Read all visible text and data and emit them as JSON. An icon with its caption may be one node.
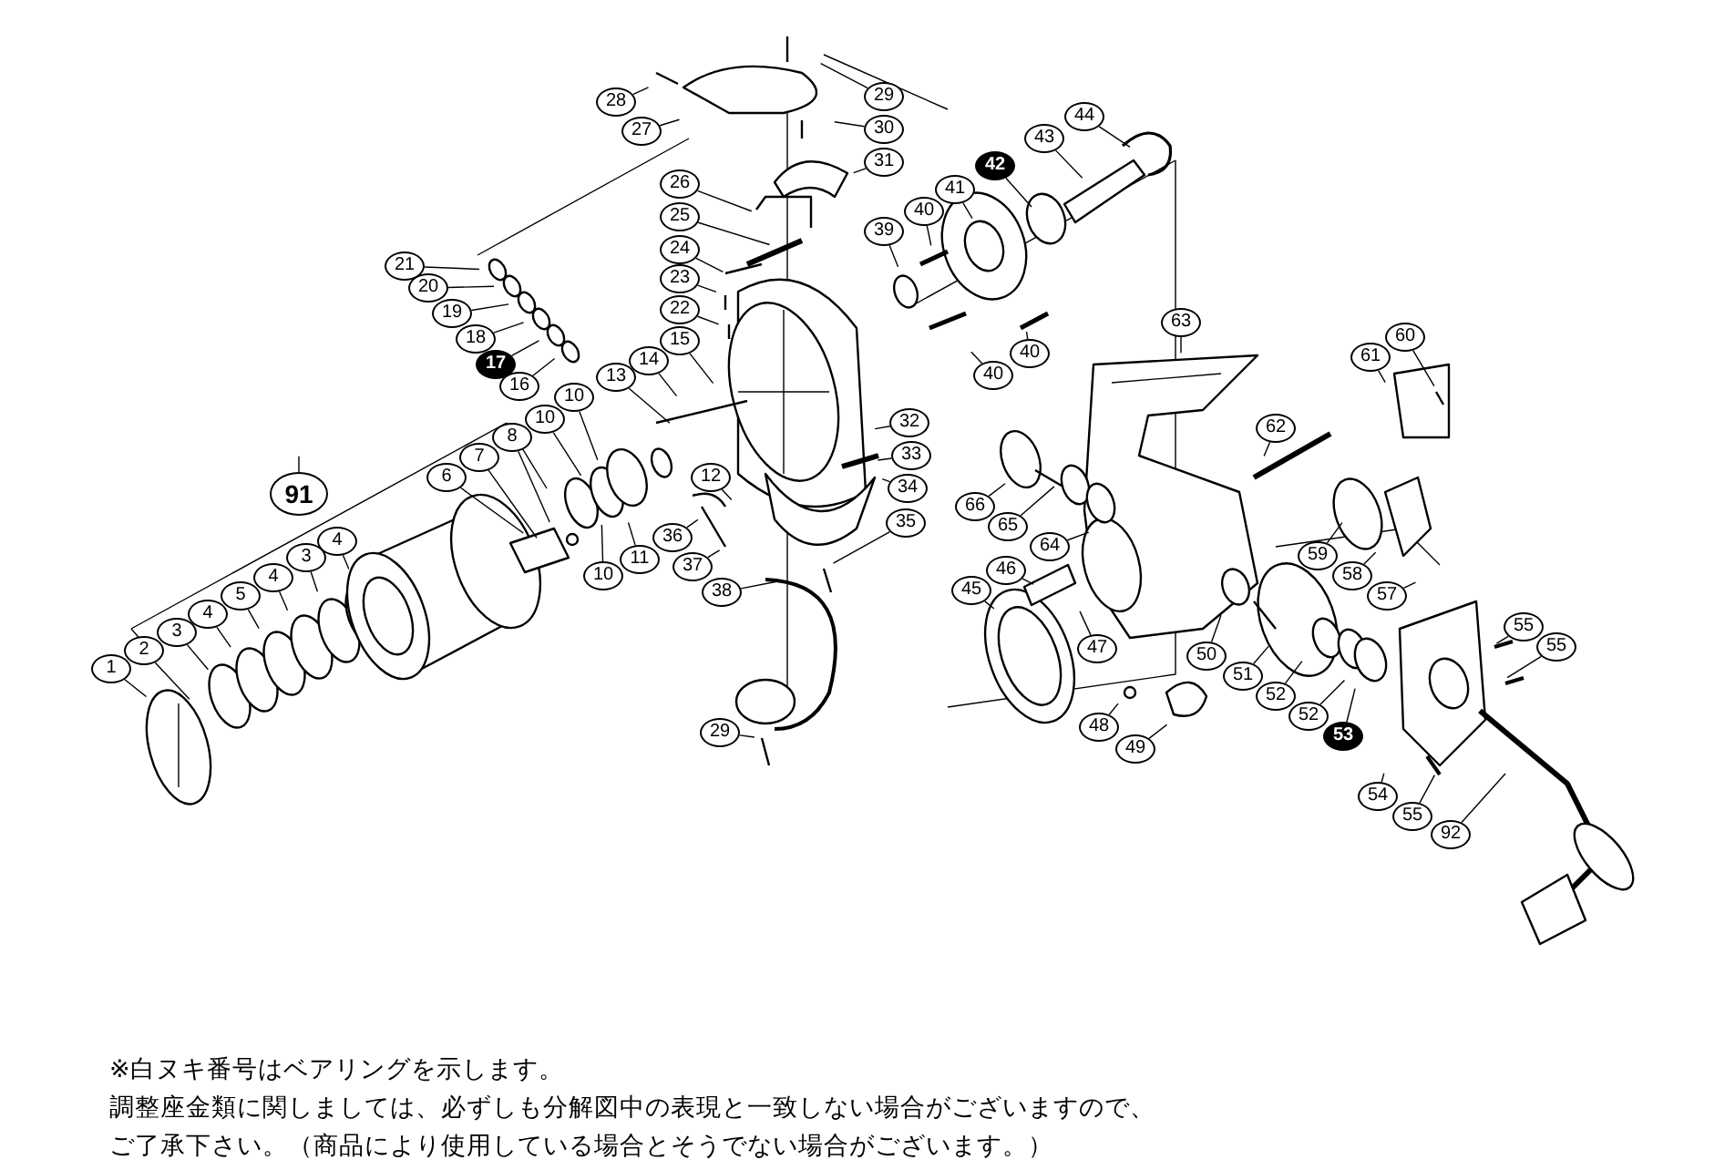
{
  "diagram": {
    "nodes": [
      {
        "text": [
          "28"
        ]
      },
      {
        "text": [
          "29"
        ]
      },
      {
        "text": [
          "27"
        ]
      },
      {
        "text": [
          "30"
        ]
      },
      {
        "text": [
          "44"
        ]
      },
      {
        "text": [
          "43"
        ]
      },
      {
        "text": [
          "31"
        ]
      },
      {
        "text": [
          "42"
        ]
      },
      {
        "text": [
          "26"
        ]
      },
      {
        "text": [
          "41"
        ]
      },
      {
        "text": [
          "40"
        ]
      },
      {
        "text": [
          "25"
        ]
      },
      {
        "text": [
          "39"
        ]
      },
      {
        "text": [
          "24"
        ]
      },
      {
        "text": [
          "21"
        ]
      },
      {
        "text": [
          "23"
        ]
      },
      {
        "text": [
          "20"
        ]
      },
      {
        "text": [
          "22"
        ]
      },
      {
        "text": [
          "19"
        ]
      },
      {
        "text": [
          "63"
        ]
      },
      {
        "text": [
          "60"
        ]
      },
      {
        "text": [
          "18"
        ]
      },
      {
        "text": [
          "15"
        ]
      },
      {
        "text": [
          "40"
        ]
      },
      {
        "text": [
          "61"
        ]
      },
      {
        "text": [
          "14"
        ]
      },
      {
        "text": [
          "17"
        ]
      },
      {
        "text": [
          "40"
        ]
      },
      {
        "text": [
          "13"
        ]
      },
      {
        "text": [
          "16"
        ]
      },
      {
        "text": [
          "10"
        ]
      },
      {
        "text": [
          "10"
        ]
      },
      {
        "text": [
          "32"
        ]
      },
      {
        "text": [
          "62"
        ]
      },
      {
        "text": [
          "8"
        ]
      },
      {
        "text": [
          "33"
        ]
      },
      {
        "text": [
          "7"
        ]
      },
      {
        "text": [
          "12"
        ]
      },
      {
        "text": [
          "6"
        ]
      },
      {
        "text": [
          "34"
        ]
      },
      {
        "text": [
          "91"
        ]
      },
      {
        "text": [
          "66"
        ]
      },
      {
        "text": [
          "35"
        ]
      },
      {
        "text": [
          "65"
        ]
      },
      {
        "text": [
          "36"
        ]
      },
      {
        "text": [
          "4"
        ]
      },
      {
        "text": [
          "64"
        ]
      },
      {
        "text": [
          "59"
        ]
      },
      {
        "text": [
          "3"
        ]
      },
      {
        "text": [
          "11"
        ]
      },
      {
        "text": [
          "37"
        ]
      },
      {
        "text": [
          "46"
        ]
      },
      {
        "text": [
          "58"
        ]
      },
      {
        "text": [
          "10"
        ]
      },
      {
        "text": [
          "4"
        ]
      },
      {
        "text": [
          "45"
        ]
      },
      {
        "text": [
          "38"
        ]
      },
      {
        "text": [
          "5"
        ]
      },
      {
        "text": [
          "57"
        ]
      },
      {
        "text": [
          "4"
        ]
      },
      {
        "text": [
          "55"
        ]
      },
      {
        "text": [
          "3"
        ]
      },
      {
        "text": [
          "55"
        ]
      },
      {
        "text": [
          "47"
        ]
      },
      {
        "text": [
          "2"
        ]
      },
      {
        "text": [
          "50"
        ]
      },
      {
        "text": [
          "1"
        ]
      },
      {
        "text": [
          "51"
        ]
      },
      {
        "text": [
          "52"
        ]
      },
      {
        "text": [
          "52"
        ]
      },
      {
        "text": [
          "48"
        ]
      },
      {
        "text": [
          "29"
        ]
      },
      {
        "text": [
          "53"
        ]
      },
      {
        "text": [
          "49"
        ]
      },
      {
        "text": [
          "54"
        ]
      },
      {
        "text": [
          "55"
        ]
      },
      {
        "text": [
          "92"
        ]
      }
    ],
    "edges": [
      {
        "from": 0,
        "to": null,
        "arrow": "none"
      },
      {
        "from": 1,
        "to": null,
        "arrow": "none"
      },
      {
        "from": 2,
        "to": null,
        "arrow": "none"
      },
      {
        "from": 3,
        "to": null,
        "arrow": "none"
      },
      {
        "from": 4,
        "to": null,
        "arrow": "none"
      },
      {
        "from": 5,
        "to": null,
        "arrow": "none"
      },
      {
        "from": 6,
        "to": null,
        "arrow": "none"
      },
      {
        "from": 7,
        "to": null,
        "arrow": "none"
      },
      {
        "from": 8,
        "to": null,
        "arrow": "none"
      },
      {
        "from": 9,
        "to": null,
        "arrow": "none"
      },
      {
        "from": 10,
        "to": null,
        "arrow": "none"
      },
      {
        "from": 11,
        "to": null,
        "arrow": "none"
      },
      {
        "from": 12,
        "to": null,
        "arrow": "none"
      },
      {
        "from": 13,
        "to": null,
        "arrow": "none"
      },
      {
        "from": 14,
        "to": null,
        "arrow": "none"
      },
      {
        "from": 15,
        "to": null,
        "arrow": "none"
      },
      {
        "from": 16,
        "to": null,
        "arrow": "none"
      },
      {
        "from": 17,
        "to": null,
        "arrow": "none"
      },
      {
        "from": 18,
        "to": null,
        "arrow": "none"
      },
      {
        "from": 19,
        "to": null,
        "arrow": "none"
      },
      {
        "from": 20,
        "to": null,
        "arrow": "none"
      },
      {
        "from": 21,
        "to": null,
        "arrow": "none"
      },
      {
        "from": 22,
        "to": null,
        "arrow": "none"
      },
      {
        "from": 23,
        "to": null,
        "arrow": "none"
      },
      {
        "from": 24,
        "to": null,
        "arrow": "none"
      },
      {
        "from": 25,
        "to": null,
        "arrow": "none"
      },
      {
        "from": 26,
        "to": null,
        "arrow": "none"
      },
      {
        "from": 27,
        "to": null,
        "arrow": "none"
      },
      {
        "from": 28,
        "to": null,
        "arrow": "none"
      },
      {
        "from": 29,
        "to": null,
        "arrow": "none"
      },
      {
        "from": 30,
        "to": null,
        "arrow": "none"
      },
      {
        "from": 31,
        "to": null,
        "arrow": "none"
      },
      {
        "from": 32,
        "to": null,
        "arrow": "none"
      },
      {
        "from": 33,
        "to": null,
        "arrow": "none"
      },
      {
        "from": 34,
        "to": null,
        "arrow": "none"
      },
      {
        "from": 35,
        "to": null,
        "arrow": "none"
      },
      {
        "from": 36,
        "to": null,
        "arrow": "none"
      },
      {
        "from": 37,
        "to": null,
        "arrow": "none"
      },
      {
        "from": 38,
        "to": null,
        "arrow": "none"
      },
      {
        "from": 39,
        "to": null,
        "arrow": "none"
      },
      {
        "from": 40,
        "to": null,
        "arrow": "none"
      },
      {
        "from": 41,
        "to": null,
        "arrow": "none"
      },
      {
        "from": 42,
        "to": null,
        "arrow": "none"
      },
      {
        "from": 43,
        "to": null,
        "arrow": "none"
      },
      {
        "from": 44,
        "to": null,
        "arrow": "none"
      },
      {
        "from": 45,
        "to": null,
        "arrow": "none"
      },
      {
        "from": 46,
        "to": null,
        "arrow": "none"
      },
      {
        "from": 47,
        "to": null,
        "arrow": "none"
      },
      {
        "from": 48,
        "to": null,
        "arrow": "none"
      },
      {
        "from": 49,
        "to": null,
        "arrow": "none"
      },
      {
        "from": 50,
        "to": null,
        "arrow": "none"
      },
      {
        "from": 51,
        "to": null,
        "arrow": "none"
      },
      {
        "from": 52,
        "to": null,
        "arrow": "none"
      },
      {
        "from": 53,
        "to": null,
        "arrow": "none"
      },
      {
        "from": 54,
        "to": null,
        "arrow": "none"
      },
      {
        "from": 55,
        "to": null,
        "arrow": "none"
      },
      {
        "from": 56,
        "to": null,
        "arrow": "none"
      },
      {
        "from": 57,
        "to": null,
        "arrow": "none"
      },
      {
        "from": 58,
        "to": null,
        "arrow": "none"
      },
      {
        "from": 59,
        "to": null,
        "arrow": "none"
      },
      {
        "from": 60,
        "to": null,
        "arrow": "none"
      },
      {
        "from": 61,
        "to": null,
        "arrow": "none"
      },
      {
        "from": 62,
        "to": null,
        "arrow": "none"
      },
      {
        "from": 63,
        "to": null,
        "arrow": "none"
      },
      {
        "from": 64,
        "to": null,
        "arrow": "none"
      },
      {
        "from": 65,
        "to": null,
        "arrow": "none"
      },
      {
        "from": 66,
        "to": null,
        "arrow": "none"
      },
      {
        "from": 67,
        "to": null,
        "arrow": "none"
      },
      {
        "from": 68,
        "to": null,
        "arrow": "none"
      },
      {
        "from": 69,
        "to": null,
        "arrow": "none"
      },
      {
        "from": 70,
        "to": null,
        "arrow": "none"
      },
      {
        "from": 71,
        "to": null,
        "arrow": "none"
      },
      {
        "from": 72,
        "to": null,
        "arrow": "none"
      },
      {
        "from": 73,
        "to": null,
        "arrow": "none"
      },
      {
        "from": 74,
        "to": null,
        "arrow": "none"
      },
      {
        "from": 75,
        "to": null,
        "arrow": "none"
      },
      {
        "from": 76,
        "to": null,
        "arrow": "none"
      }
    ],
    "labels": [
      "※白ヌキ番号はベアリングを示します。",
      "調整座金類に関しましては、必ずしも分解図中の表現と一致しない場合がございますので、ご了承下さい。（商品により使用している場合とそうでない場合がございます。）"
    ]
  }
}
